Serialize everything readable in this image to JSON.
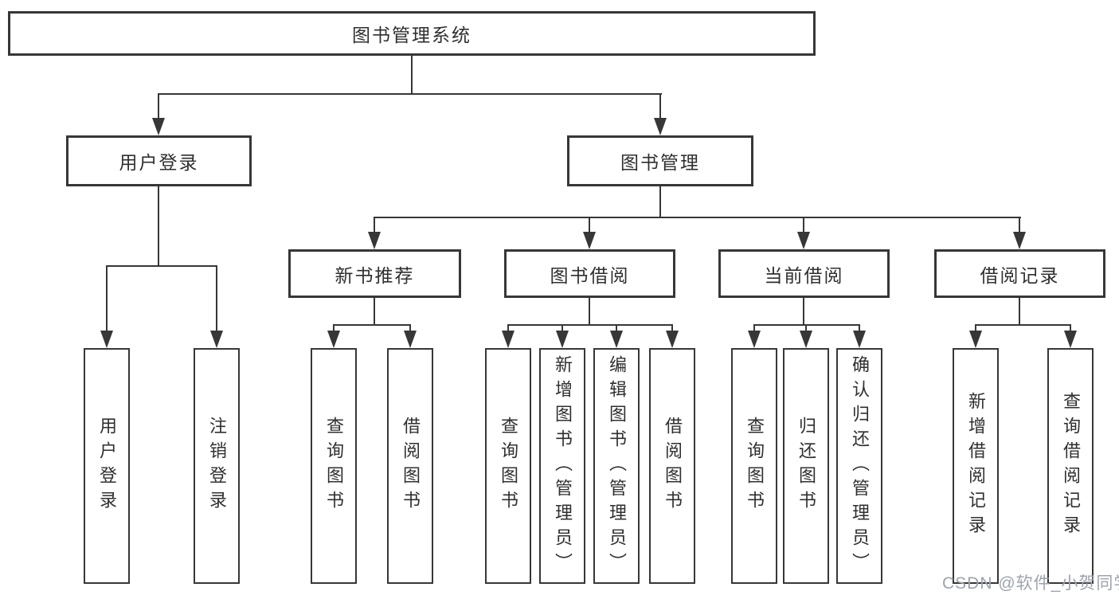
{
  "page": {
    "background": "#ffffff"
  },
  "colors": {
    "line": "#373737",
    "text": "#2f2f2f",
    "box_background": "#ffffff",
    "watermark_text": "#9da3ad"
  },
  "diagram": {
    "root": {
      "label": "图书管理系统"
    },
    "level2": [
      {
        "label": "用户登录"
      },
      {
        "label": "图书管理"
      }
    ],
    "level3": [
      {
        "label": "新书推荐"
      },
      {
        "label": "图书借阅"
      },
      {
        "label": "当前借阅"
      },
      {
        "label": "借阅记录"
      }
    ],
    "leaves": {
      "user_login": [
        "用户登录",
        "注销登录"
      ],
      "new_books": [
        "查询图书",
        "借阅图书"
      ],
      "book_borrow": [
        "查询图书",
        "新增图书（管理员）",
        "编辑图书（管理员）",
        "借阅图书"
      ],
      "current_borrow": [
        "查询图书",
        "归还图书",
        "确认归还（管理员）"
      ],
      "borrow_records": [
        "新增借阅记录",
        "查询借阅记录"
      ]
    }
  },
  "watermark": {
    "text": "CSDN @软件_小贺同学"
  }
}
